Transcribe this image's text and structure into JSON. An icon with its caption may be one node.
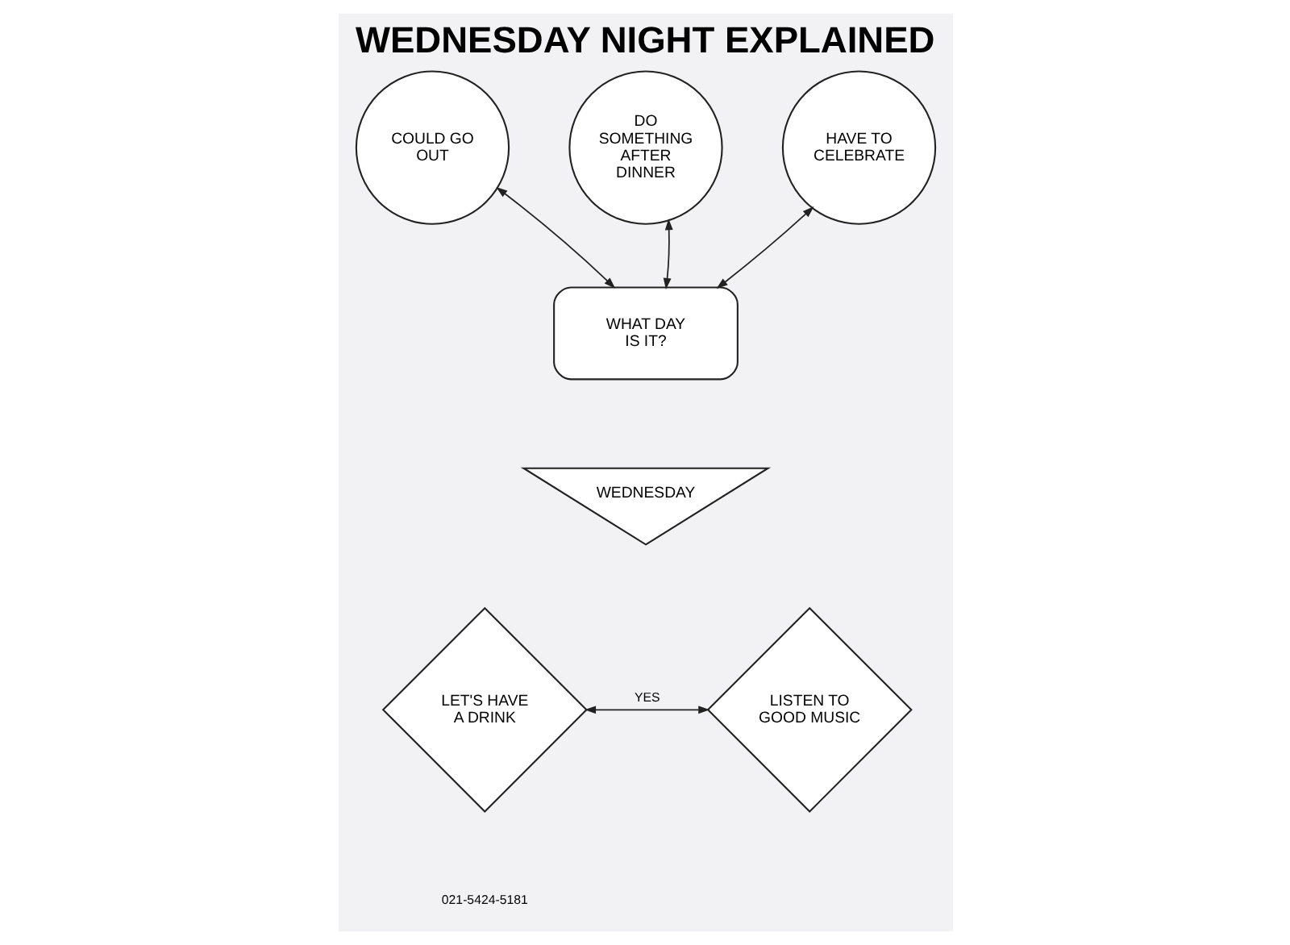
{
  "diagram": {
    "title": "WEDNESDAY NIGHT EXPLAINED",
    "nodes": [
      {
        "text": [
          "COULD GO OUT"
        ]
      },
      {
        "text": [
          "DO SOMETHING AFTER DINNER"
        ]
      },
      {
        "text": [
          "HAVE TO CELEBRATE"
        ]
      },
      {
        "text": [
          "WHAT DAY IS IT?"
        ]
      },
      {
        "text": [
          "WEDNESDAY"
        ]
      },
      {
        "text": [
          "LET'S HAVE A DRINK"
        ]
      },
      {
        "text": [
          "LISTEN TO GOOD MUSIC"
        ]
      }
    ],
    "edges": [
      {
        "from": 3,
        "to": 0,
        "arrow": "both"
      },
      {
        "from": 3,
        "to": 1,
        "arrow": "both"
      },
      {
        "from": 3,
        "to": 2,
        "arrow": "both"
      },
      {
        "from": 5,
        "to": 6,
        "arrow": "both",
        "label": "YES"
      }
    ],
    "labels": [
      "021-5424-5181"
    ]
  }
}
